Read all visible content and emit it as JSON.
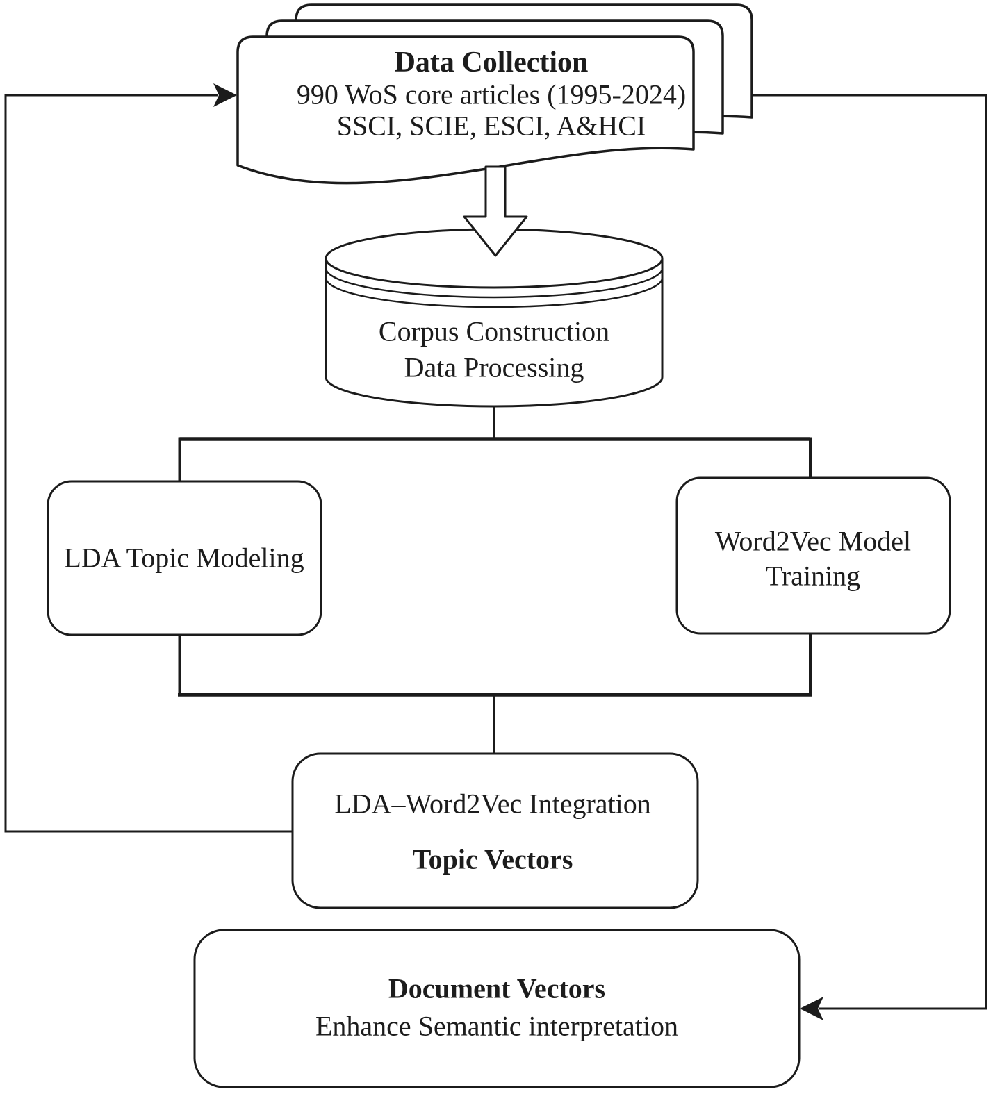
{
  "colors": {
    "background": "#ffffff",
    "shape_fill": "#ffffff",
    "stroke": "#1b1b1b",
    "text": "#1c1c1c"
  },
  "nodes": {
    "data_collection": {
      "title": "Data Collection",
      "subtitle1": "990 WoS core articles (1995-2024)",
      "subtitle2": "SSCI, SCIE, ESCI, A&HCI"
    },
    "corpus": {
      "line1": "Corpus Construction",
      "line2": "Data Processing"
    },
    "lda": {
      "label": "LDA Topic Modeling"
    },
    "word2vec": {
      "line1": "Word2Vec Model",
      "line2": "Training"
    },
    "integration": {
      "line1": "LDA–Word2Vec Integration",
      "line2": "Topic Vectors"
    },
    "document_vectors": {
      "line1": "Document Vectors",
      "line2": "Enhance Semantic interpretation"
    }
  }
}
